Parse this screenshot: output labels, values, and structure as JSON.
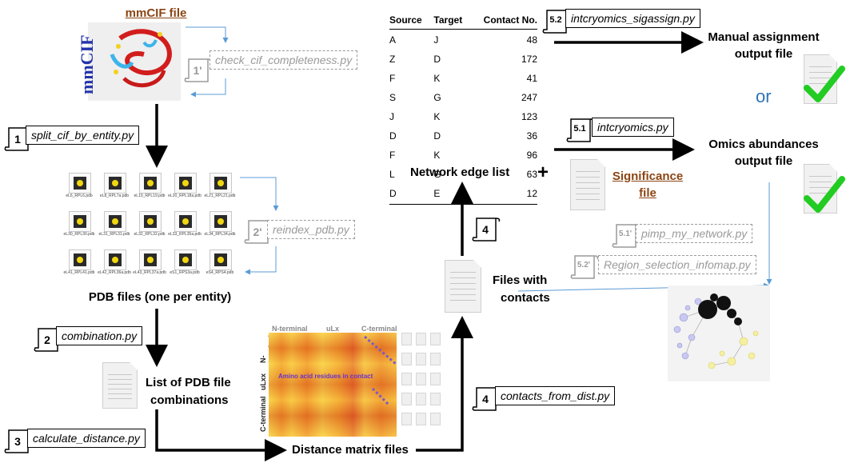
{
  "mmcif": {
    "title": "mmCIF file",
    "logo_text": "mmCIF"
  },
  "steps": {
    "s1p": {
      "num": "1'",
      "script": "check_cif_completeness.py"
    },
    "s1": {
      "num": "1",
      "script": "split_cif_by_entity.py"
    },
    "s2p": {
      "num": "2'",
      "script": "reindex_pdb.py"
    },
    "s2": {
      "num": "2",
      "script": "combination.py"
    },
    "s3": {
      "num": "3",
      "script": "calculate_distance.py"
    },
    "s4a": {
      "num": "4",
      "script": "contacts_from_dist.py"
    },
    "s4b": {
      "num": "4"
    },
    "s51": {
      "num": "5.1",
      "script": "intcryomics.py"
    },
    "s52": {
      "num": "5.2",
      "script": "intcryomics_sigassign.py"
    },
    "s51p": {
      "num": "5.1'",
      "script": "pimp_my_network.py"
    },
    "s52p": {
      "num": "5.2'",
      "script": "Region_selection_infomap.py"
    }
  },
  "pdb_files": {
    "caption": "PDB files (one per entity)",
    "labels": [
      "eL6_RPL6.pdb",
      "eL8_RPL7a.pdb",
      "eL19_RPL19.pdb",
      "eL20_RPL18a.pdb",
      "eL21_RPL21.pdb",
      "eL30_RPL30.pdb",
      "eL31_RPL31.pdb",
      "eL32_RPL32.pdb",
      "eL33_RPL35a.pdb",
      "eL34_RPL34.pdb",
      "eL41_RPL41.pdb",
      "eL42_RPL36a.pdb",
      "eL43_RPL37a.pdb",
      "eS1_RPS3a.pdb",
      "eS4_RPS4.pdb"
    ]
  },
  "combinations": {
    "label_line1": "List of PDB file",
    "label_line2": "combinations"
  },
  "distance_matrix": {
    "caption": "Distance matrix files",
    "top_labels": [
      "N-terminal",
      "uLx",
      "C-terminal"
    ],
    "side_labels": [
      "C-terminal",
      "uLxx",
      "N-terminal"
    ],
    "annotation": "Amino acid residues in contact"
  },
  "contacts": {
    "label_line1": "Files with",
    "label_line2": "contacts"
  },
  "edge_list": {
    "caption": "Network edge list",
    "headers": [
      "Source",
      "Target",
      "Contact No."
    ],
    "rows": [
      [
        "A",
        "J",
        "48"
      ],
      [
        "Z",
        "D",
        "172"
      ],
      [
        "F",
        "K",
        "41"
      ],
      [
        "S",
        "G",
        "247"
      ],
      [
        "J",
        "K",
        "123"
      ],
      [
        "D",
        "D",
        "36"
      ],
      [
        "F",
        "K",
        "96"
      ],
      [
        "L",
        "G",
        "63"
      ],
      [
        "D",
        "E",
        "12"
      ]
    ]
  },
  "plus": "+",
  "significance": {
    "line1": "Significance",
    "line2": "file"
  },
  "outputs": {
    "manual": {
      "line1": "Manual assignment",
      "line2": "output file"
    },
    "or": "or",
    "omics": {
      "line1": "Omics abundances",
      "line2": "output file"
    }
  },
  "colors": {
    "arrow": "#000000",
    "thin_arrow": "#5b9bd5",
    "accent_brown": "#8b4513",
    "check_green": "#22cc22",
    "or_blue": "#2e75b6"
  }
}
